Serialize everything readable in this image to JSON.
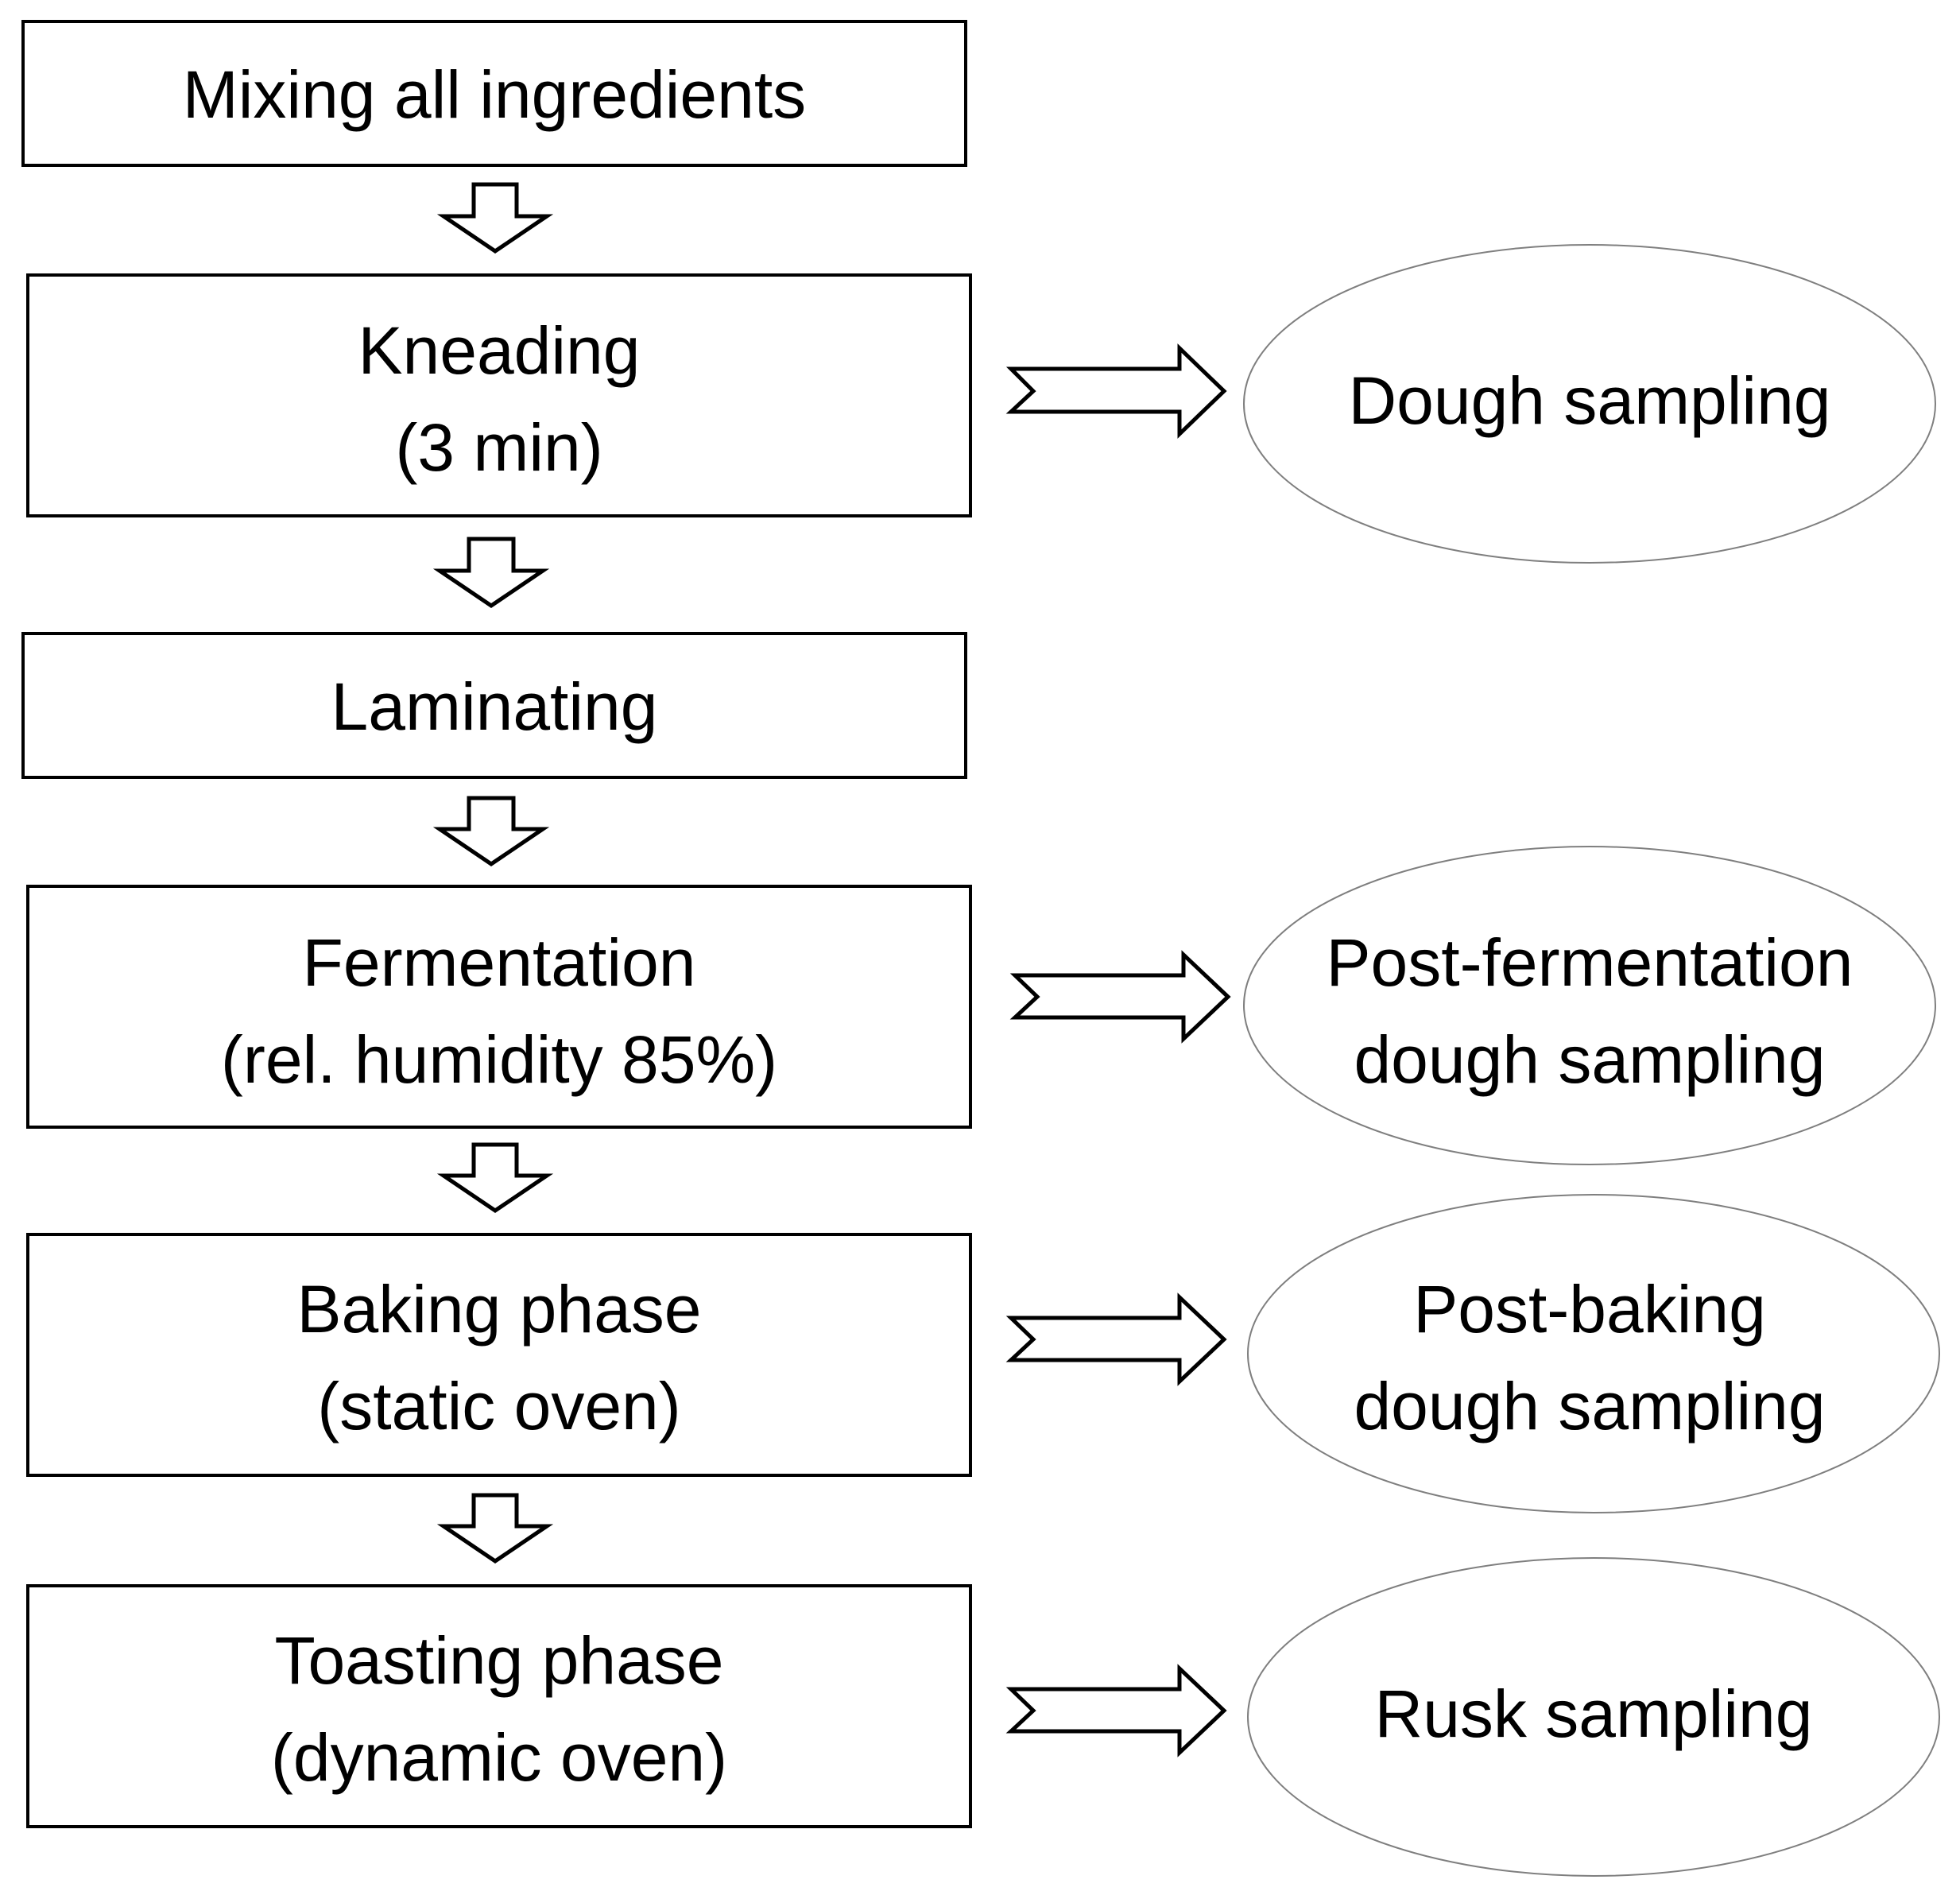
{
  "steps": [
    {
      "line1": "Mixing all ingredients"
    },
    {
      "line1": "Kneading",
      "line2": "(3 min)"
    },
    {
      "line1": "Laminating"
    },
    {
      "line1": "Fermentation",
      "line2": "(rel. humidity 85%)"
    },
    {
      "line1": "Baking phase",
      "line2": "(static oven)"
    },
    {
      "line1": "Toasting phase",
      "line2": "(dynamic oven)"
    }
  ],
  "samplings": [
    {
      "line1": "Dough sampling"
    },
    {
      "line1": "Post-fermentation",
      "line2": "dough sampling"
    },
    {
      "line1": "Post-baking",
      "line2": "dough sampling"
    },
    {
      "line1": "Rusk sampling"
    }
  ]
}
